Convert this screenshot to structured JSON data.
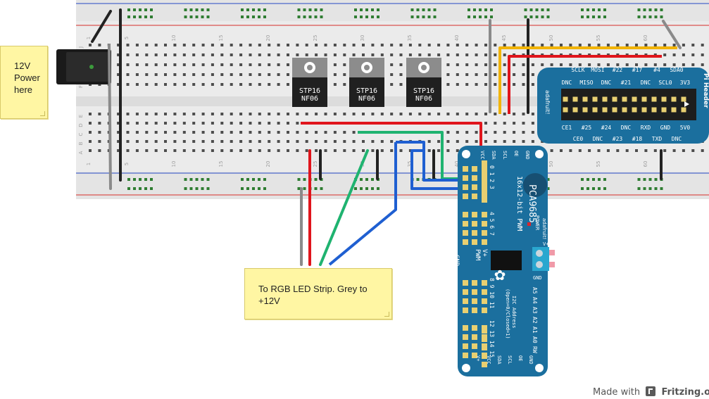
{
  "notes": {
    "power": [
      "12V",
      "Power",
      "here"
    ],
    "strip": [
      "To RGB LED Strip.  Grey to",
      "+12V"
    ]
  },
  "breadboard": {
    "column_numbers": [
      "1",
      "5",
      "10",
      "15",
      "20",
      "25",
      "30",
      "35",
      "40",
      "45",
      "50",
      "55",
      "60"
    ],
    "row_letters_top": [
      "J",
      "I",
      "H",
      "G",
      "F"
    ],
    "row_letters_bottom": [
      "E",
      "D",
      "C",
      "B",
      "A"
    ]
  },
  "mosfets": [
    {
      "line1": "STP16",
      "line2": "NF06"
    },
    {
      "line1": "STP16",
      "line2": "NF06"
    },
    {
      "line1": "STP16",
      "line2": "NF06"
    }
  ],
  "pi_header": {
    "title": "Pi Header",
    "brand": "adafruit!",
    "top_labels_1": [
      "SCLK",
      "MOSI",
      "#22",
      "#17",
      "#4",
      "SDA0"
    ],
    "top_labels_2": [
      "DNC",
      "MISO",
      "DNC",
      "#21",
      "DNC",
      "SCL0",
      "3V3"
    ],
    "bottom_labels_1": [
      "CE1",
      "#25",
      "#24",
      "DNC",
      "RXD",
      "GND",
      "5V0"
    ],
    "bottom_labels_2": [
      "CE0",
      "DNC",
      "#23",
      "#18",
      "TXD",
      "DNC"
    ]
  },
  "pwm_board": {
    "top_labels": [
      "VCC",
      "SDA",
      "SCL",
      "OE",
      "GND"
    ],
    "channel_groups": [
      "0 1 2 3",
      "4 5 6 7",
      "8 9 10 11",
      "12 13 14 15"
    ],
    "side_labels": [
      "PWM",
      "V+",
      "GND"
    ],
    "title": "PCA9685",
    "subtitle": "16x12-bit PWM",
    "power_label": "POWER",
    "brand": "adafruit!",
    "vplus": "V+",
    "gnd": "GND",
    "address_labels": [
      "A5",
      "A4",
      "A3",
      "A2",
      "A1",
      "A0",
      "RW"
    ],
    "i2c_lines": [
      "I2C Address",
      "(Open=0/Closed=1)"
    ],
    "bottom_labels": [
      "GND",
      "OE",
      "SCL",
      "SDA",
      "VCC",
      "V+"
    ]
  },
  "colors": {
    "wire_red": "#e0151c",
    "wire_green": "#1fb370",
    "wire_blue": "#1f5fd1",
    "wire_yellow": "#f2b400",
    "wire_grey": "#8a8a8a",
    "wire_black": "#222222",
    "board_blue": "#1b6f9e",
    "rail_red": "#d9534f",
    "rail_blue": "#4a68c9"
  },
  "credit": {
    "made_with": "Made with",
    "brand": "Fritzing.org"
  }
}
